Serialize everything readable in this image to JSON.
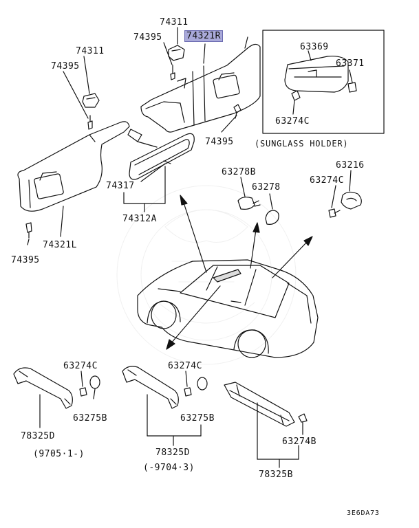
{
  "diagram": {
    "labels": {
      "p74311_top": "74311",
      "p74321R": "74321R",
      "p74395_top": "74395",
      "p74311_left": "74311",
      "p74395_left": "74395",
      "p74395_mid": "74395",
      "p74317": "74317",
      "p74312A": "74312A",
      "p74321L": "74321L",
      "p74395_bottom": "74395",
      "p63369": "63369",
      "p63371": "63371",
      "p63274C_holder": "63274C",
      "sunglass_holder": "(SUNGLASS HOLDER)",
      "p63278B": "63278B",
      "p63278": "63278",
      "p63216": "63216",
      "p63274C_right": "63274C",
      "p63274C_h1": "63274C",
      "p63275B_h1": "63275B",
      "p78325D_h1": "78325D",
      "date_h1": "(9705·1-)",
      "p63274C_h2": "63274C",
      "p63275B_h2": "63275B",
      "p78325D_h2": "78325D",
      "date_h2": "(-9704·3)",
      "p63274B": "63274B",
      "p78325B": "78325B",
      "figure_code": "3E6DA73"
    },
    "highlight_color": "#a9a9d9"
  }
}
